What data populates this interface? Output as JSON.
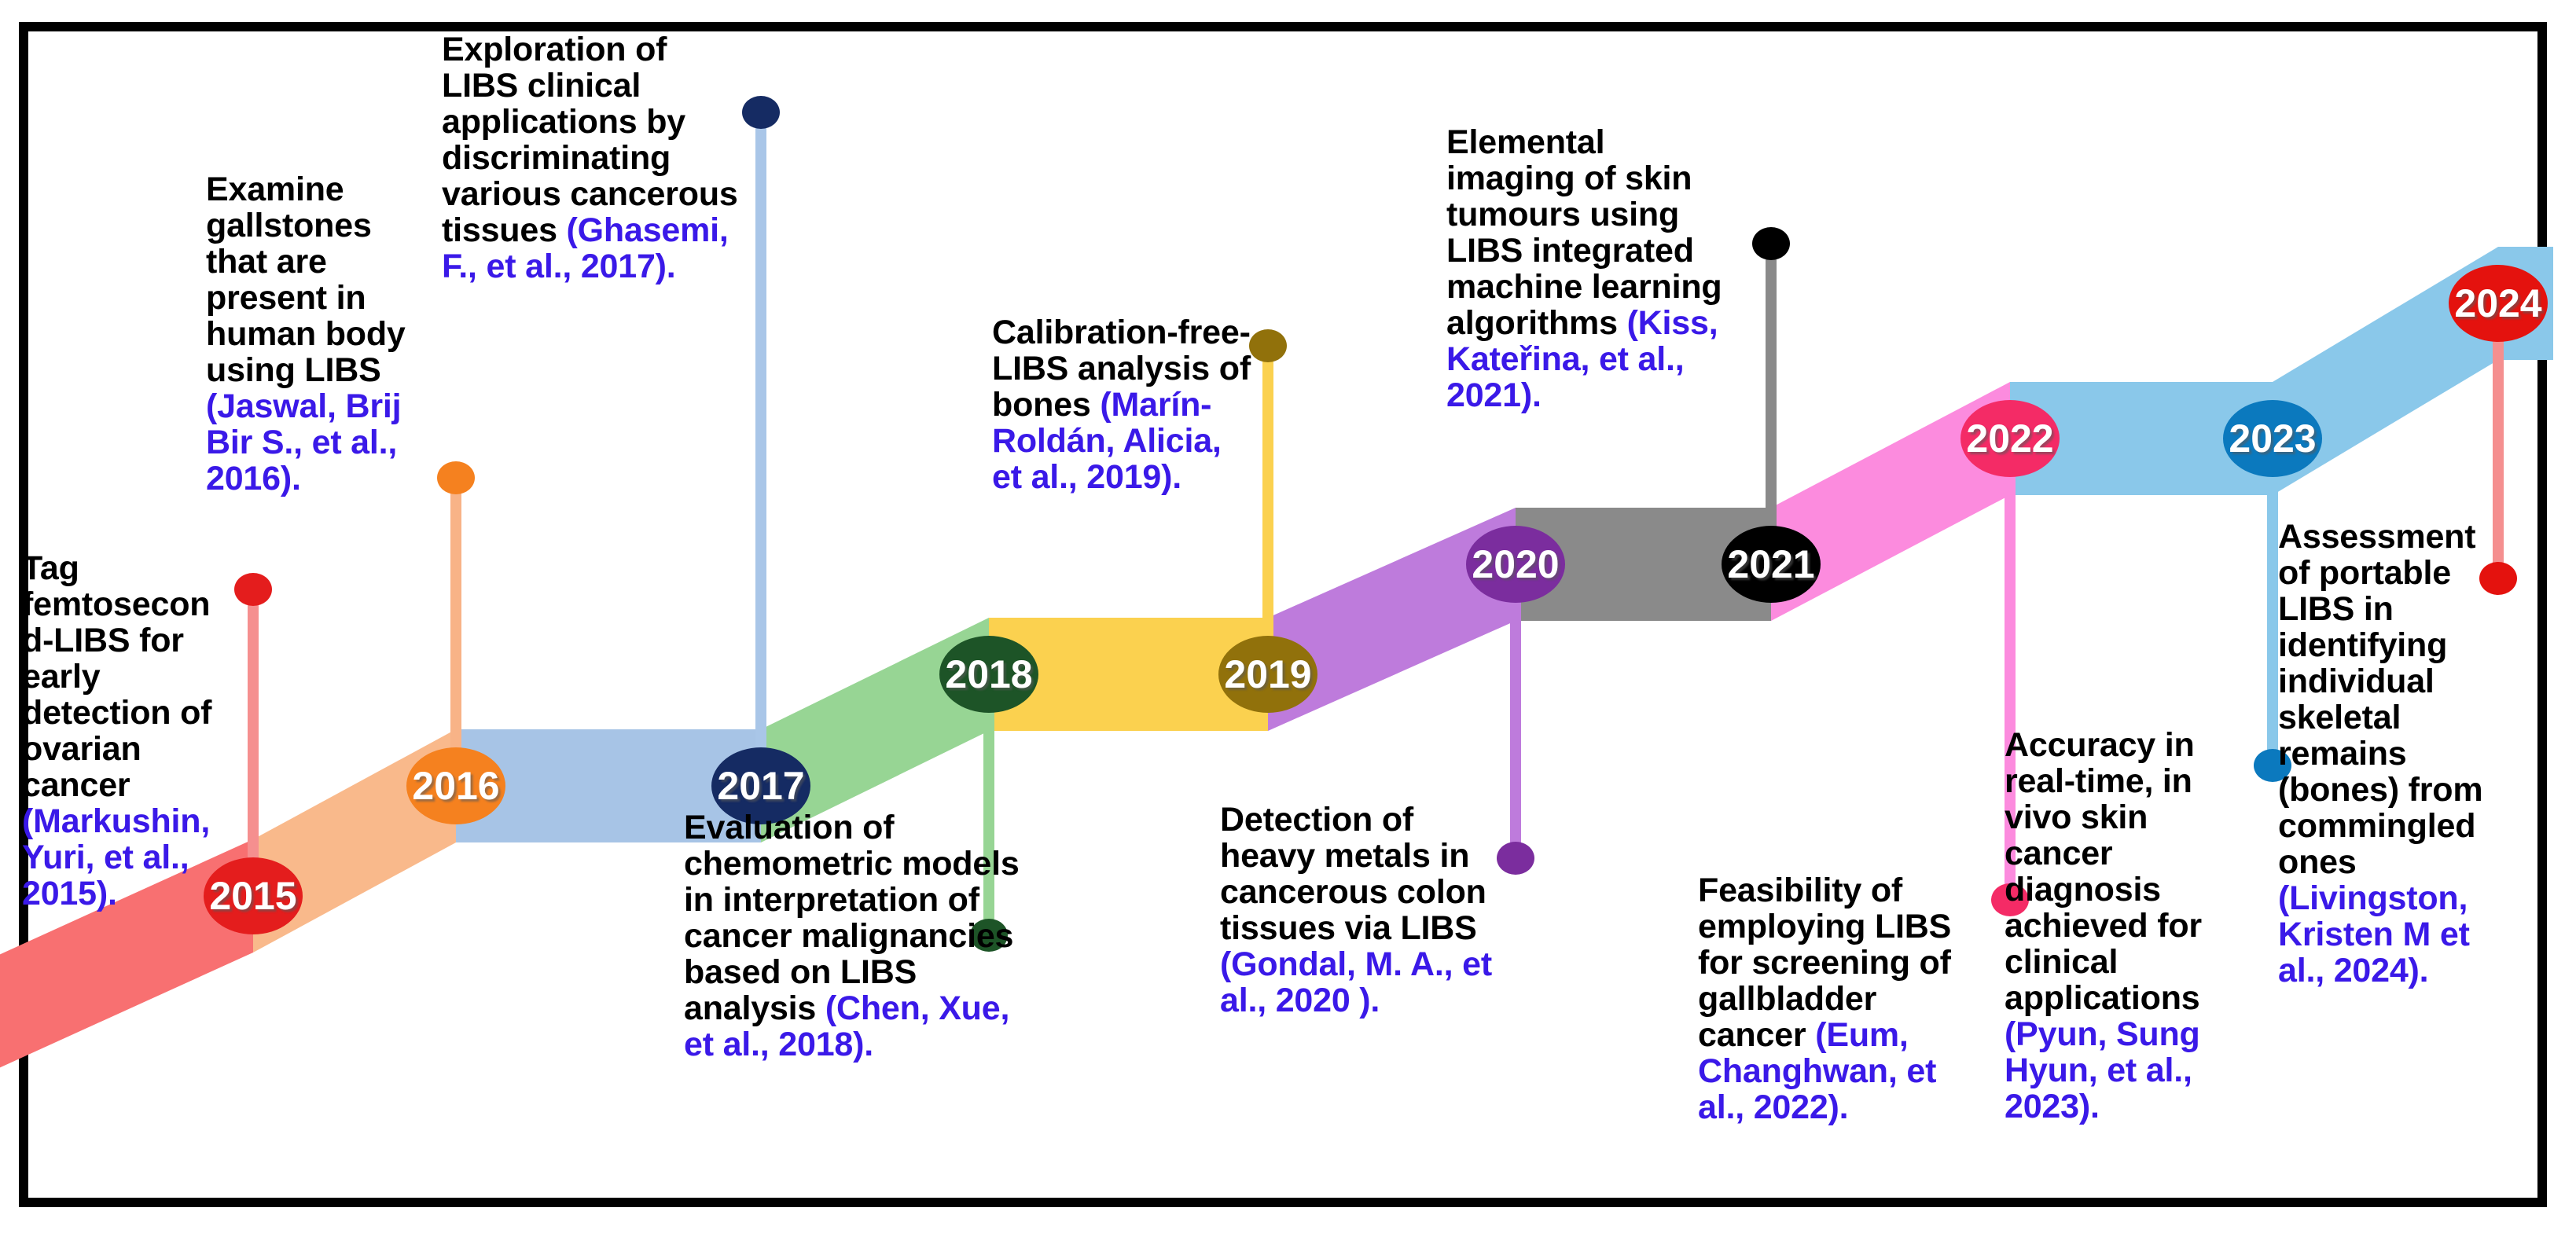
{
  "figure": {
    "type": "timeline",
    "kind": "LIBS biomedical applications research timeline 2015-2024",
    "border_color": "#000000",
    "background": "#ffffff",
    "citation_color": "#3A19E8",
    "body_text_color": "#000000",
    "year_label_color": "#ffffff"
  },
  "milestones": [
    {
      "year": "2015",
      "node_color": "#E41D1D",
      "ribbon_color": "#F87071",
      "stem_color": "#F58F8F",
      "label_side": "above",
      "title": "Tag femtosecond-LIBS for early detection of ovarian cancer ",
      "citation": "(Markushin, Yuri, et al., 2015)."
    },
    {
      "year": "2016",
      "node_color": "#F5811F",
      "ribbon_color": "#F9B98B",
      "stem_color": "#F8B387",
      "label_side": "above",
      "title": "Examine gallstones that are present in human body using LIBS ",
      "citation": "(Jaswal, Brij Bir S., et al., 2016)."
    },
    {
      "year": "2017",
      "node_color": "#152B63",
      "ribbon_color": "#A7C4E6",
      "stem_color": "#A9C6E8",
      "label_side": "below",
      "title": "Exploration of LIBS clinical applications by discriminating various cancerous tissues ",
      "citation": "(Ghasemi, F., et al., 2017)."
    },
    {
      "year": "2018",
      "node_color": "#1D5427",
      "ribbon_color": "#97D594",
      "stem_color": "#97D594",
      "label_side": "below",
      "title": "Evaluation of chemometric models in interpretation of cancer malignancies based on LIBS analysis ",
      "citation": "(Chen, Xue, et al., 2018)."
    },
    {
      "year": "2019",
      "node_color": "#91710B",
      "ribbon_color": "#FBD14F",
      "stem_color": "#FBD14F",
      "label_side": "above",
      "title": "Calibration-free-LIBS analysis of bones ",
      "citation": "(Marín-Roldán, Alicia, et al., 2019)."
    },
    {
      "year": "2020",
      "node_color": "#7B2D9E",
      "ribbon_color": "#BE7BDC",
      "stem_color": "#BE7BDC",
      "label_side": "below",
      "title": "Detection of heavy metals in cancerous colon tissues via  LIBS ",
      "citation": "(Gondal, M. A., et al., 2020 )."
    },
    {
      "year": "2021",
      "node_color": "#000000",
      "ribbon_color": "#8A8A8A",
      "stem_color": "#8A8A8A",
      "label_side": "above",
      "title": "Elemental imaging of skin tumours using LIBS integrated machine learning algorithms ",
      "citation": "(Kiss, Kateřina, et al., 2021)."
    },
    {
      "year": "2022",
      "node_color": "#F42B66",
      "ribbon_color": "#FC8BDE",
      "stem_color": "#FC8BDE",
      "label_side": "below",
      "title": "Feasibility of employing LIBS for screening of gallbladder cancer ",
      "citation": "(Eum, Changhwan, et al., 2022)."
    },
    {
      "year": "2023",
      "node_color": "#0B79BE",
      "ribbon_color": "#8AC8EA",
      "stem_color": "#8AC8EA",
      "label_side": "below",
      "title": "Accuracy in real-time, in vivo skin cancer diagnosis achieved for clinical applications ",
      "citation": "(Pyun, Sung Hyun, et al., 2023)."
    },
    {
      "year": "2024",
      "node_color": "#E4120E",
      "ribbon_color": "#8AC8EA",
      "stem_color": "#F58F8F",
      "label_side": "below",
      "title": "Assessment of portable LIBS in identifying individual skeletal remains (bones) from commingled ones ",
      "citation": "(Livingston, Kristen M et al., 2024)."
    }
  ]
}
